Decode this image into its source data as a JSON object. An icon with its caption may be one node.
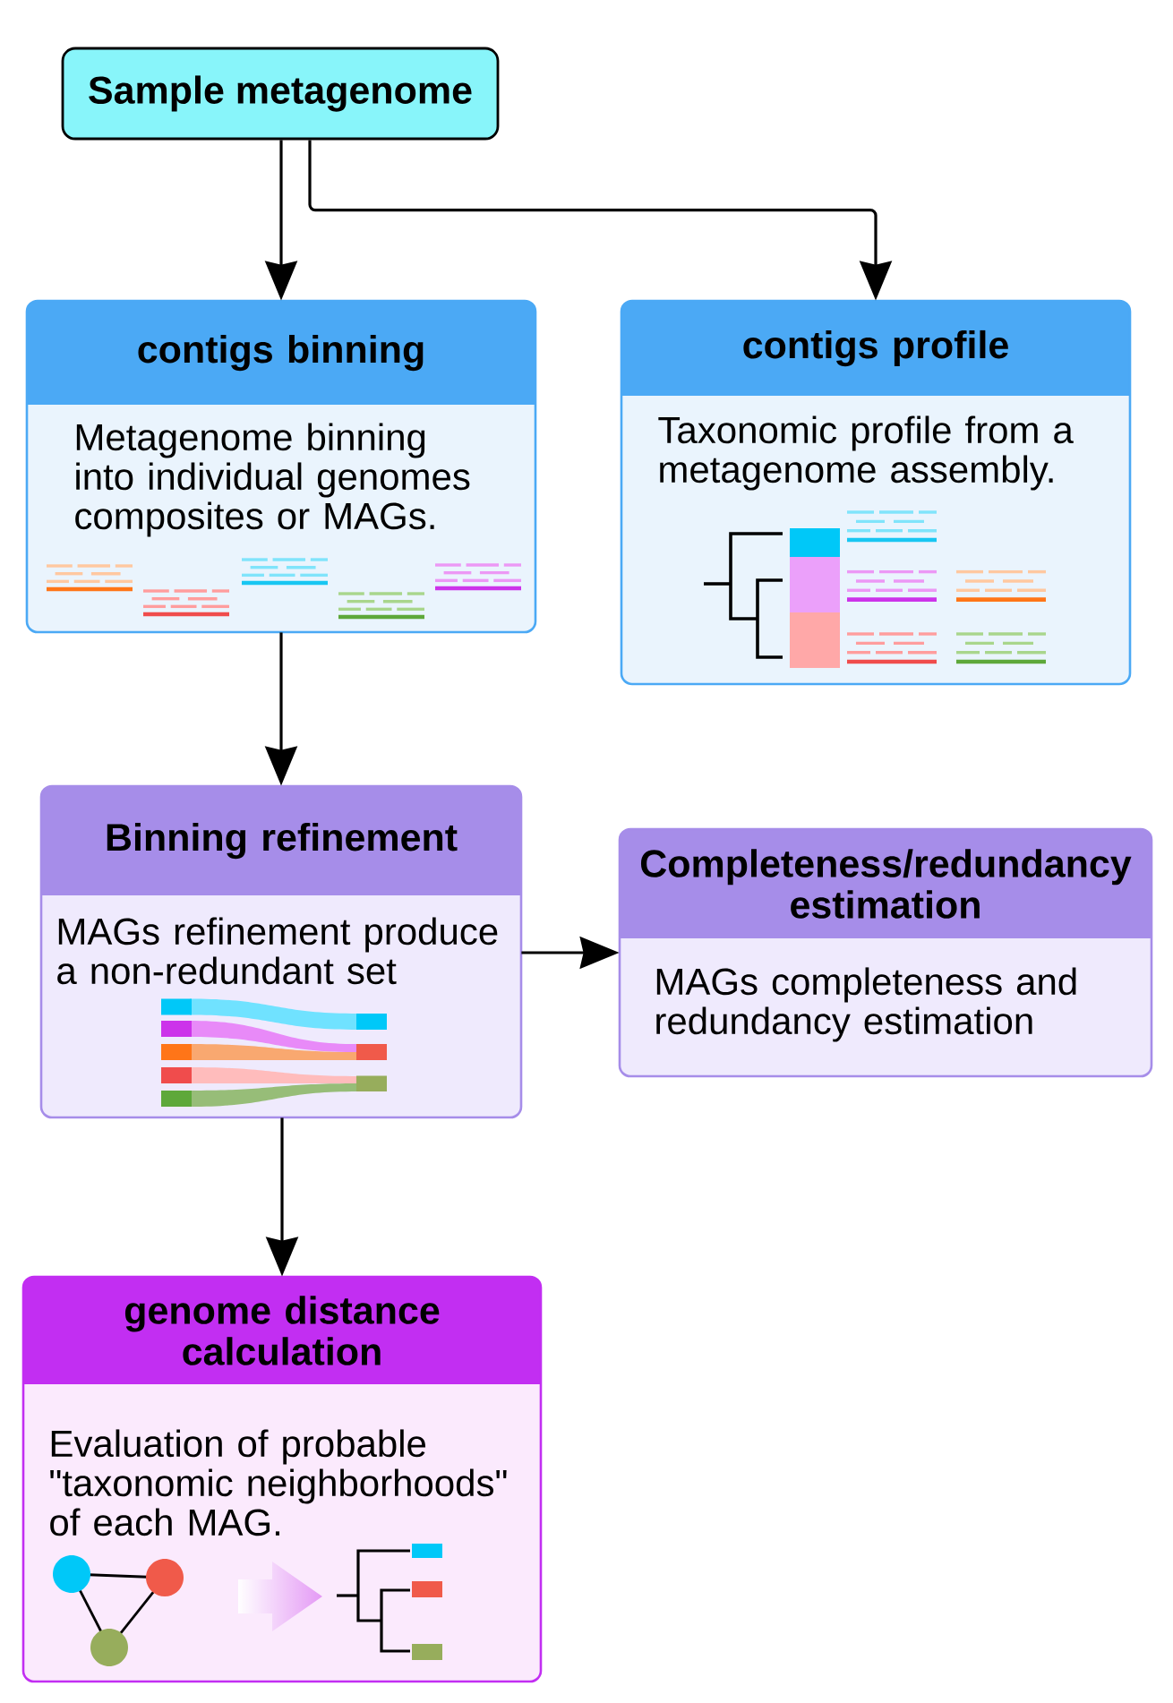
{
  "diagram": {
    "nodes": [
      {
        "text": [
          "Sample metagenome"
        ]
      },
      {
        "text": [
          "contigs binning",
          "Metagenome binning into individual genomes composites or MAGs."
        ]
      },
      {
        "text": [
          "contigs profile",
          "Taxonomic profile from a metagenome assembly."
        ]
      },
      {
        "text": [
          "Binning refinement",
          "MAGs refinement produce a non-redundant set"
        ]
      },
      {
        "text": [
          "Completeness/redundancy estimation",
          "MAGs completeness and redundancy estimation"
        ]
      },
      {
        "text": [
          "genome distance calculation",
          "Evaluation of probable \"taxonomic neighborhoods\" of each MAG."
        ]
      }
    ],
    "edges": [
      {
        "from": 0,
        "to": 1,
        "arrow": "to"
      },
      {
        "from": 0,
        "to": 2,
        "arrow": "to"
      },
      {
        "from": 1,
        "to": 3,
        "arrow": "to"
      },
      {
        "from": 3,
        "to": 4,
        "arrow": "to"
      },
      {
        "from": 3,
        "to": 5,
        "arrow": "to"
      }
    ]
  }
}
